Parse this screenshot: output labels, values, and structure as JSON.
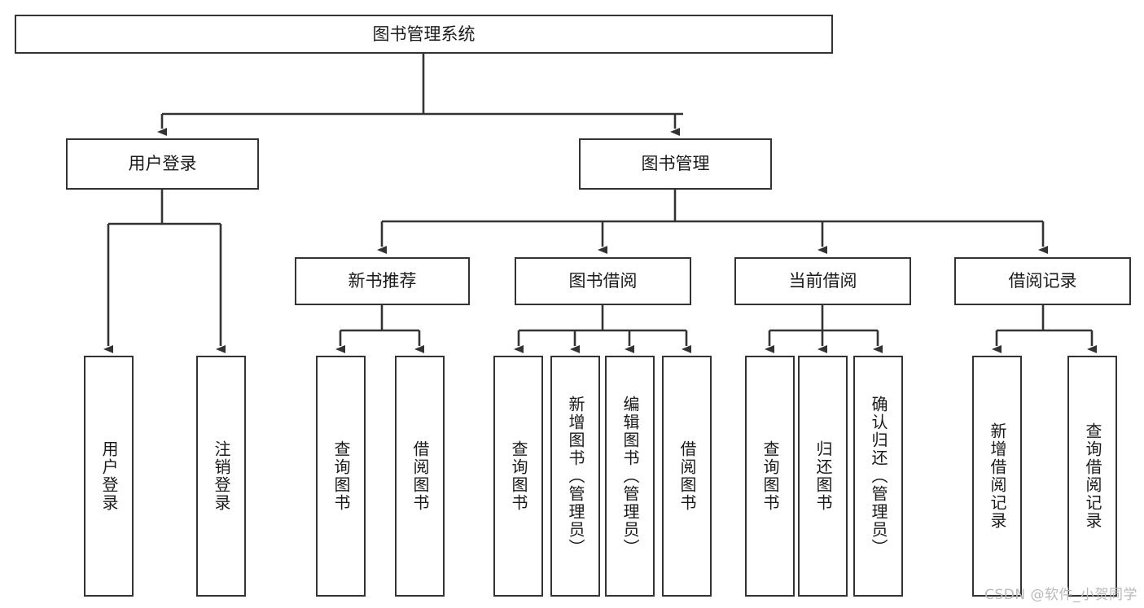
{
  "diagram": {
    "title": "图书管理系统",
    "type": "tree-hierarchy",
    "watermark": "CSDN @软件_小贺同学",
    "colors": {
      "stroke": "#333333",
      "fill": "#ffffff",
      "text": "#1a1a1a",
      "watermark": "#b9b9b9"
    },
    "nodes": {
      "root": {
        "label": "图书管理系统",
        "level": 1
      },
      "user_login": {
        "label": "用户登录",
        "level": 2
      },
      "book_manage": {
        "label": "图书管理",
        "level": 2
      },
      "new_book_rec": {
        "label": "新书推荐",
        "level": 3
      },
      "book_borrow": {
        "label": "图书借阅",
        "level": 3
      },
      "current_borrow": {
        "label": "当前借阅",
        "level": 3
      },
      "borrow_record": {
        "label": "借阅记录",
        "level": 3
      },
      "leaf_user_login": {
        "label": "用户登录",
        "level": 4
      },
      "leaf_user_logout": {
        "label": "注销登录",
        "level": 4
      },
      "leaf_query_book_1": {
        "label": "查询图书",
        "level": 4
      },
      "leaf_borrow_book_1": {
        "label": "借阅图书",
        "level": 4
      },
      "leaf_query_book_2": {
        "label": "查询图书",
        "level": 4
      },
      "leaf_add_book": {
        "label": "新增图书（管理员）",
        "level": 4
      },
      "leaf_edit_book": {
        "label": "编辑图书（管理员）",
        "level": 4
      },
      "leaf_borrow_book_2": {
        "label": "借阅图书",
        "level": 4
      },
      "leaf_query_book_3": {
        "label": "查询图书",
        "level": 4
      },
      "leaf_return_book": {
        "label": "归还图书",
        "level": 4
      },
      "leaf_confirm_return": {
        "label": "确认归还（管理员）",
        "level": 4
      },
      "leaf_add_record": {
        "label": "新增借阅记录",
        "level": 4
      },
      "leaf_query_record": {
        "label": "查询借阅记录",
        "level": 4
      }
    },
    "edges": [
      {
        "from": "root",
        "to": "user_login"
      },
      {
        "from": "root",
        "to": "book_manage"
      },
      {
        "from": "user_login",
        "to": "leaf_user_login"
      },
      {
        "from": "user_login",
        "to": "leaf_user_logout"
      },
      {
        "from": "book_manage",
        "to": "new_book_rec"
      },
      {
        "from": "book_manage",
        "to": "book_borrow"
      },
      {
        "from": "book_manage",
        "to": "current_borrow"
      },
      {
        "from": "book_manage",
        "to": "borrow_record"
      },
      {
        "from": "new_book_rec",
        "to": "leaf_query_book_1"
      },
      {
        "from": "new_book_rec",
        "to": "leaf_borrow_book_1"
      },
      {
        "from": "book_borrow",
        "to": "leaf_query_book_2"
      },
      {
        "from": "book_borrow",
        "to": "leaf_add_book"
      },
      {
        "from": "book_borrow",
        "to": "leaf_edit_book"
      },
      {
        "from": "book_borrow",
        "to": "leaf_borrow_book_2"
      },
      {
        "from": "current_borrow",
        "to": "leaf_query_book_3"
      },
      {
        "from": "current_borrow",
        "to": "leaf_return_book"
      },
      {
        "from": "current_borrow",
        "to": "leaf_confirm_return"
      },
      {
        "from": "borrow_record",
        "to": "leaf_add_record"
      },
      {
        "from": "borrow_record",
        "to": "leaf_query_record"
      }
    ]
  }
}
